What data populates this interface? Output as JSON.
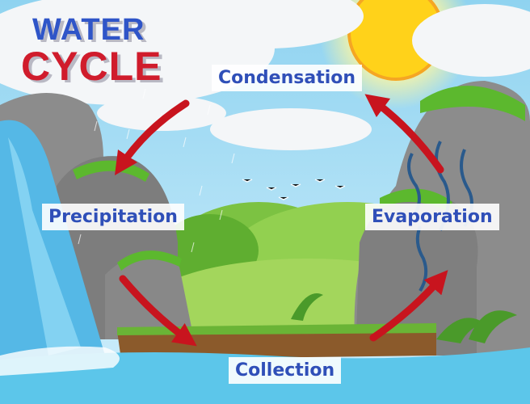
{
  "title": {
    "line1": "WATER",
    "line2": "CYCLE"
  },
  "stages": {
    "condensation": "Condensation",
    "precipitation": "Precipitation",
    "evaporation": "Evaporation",
    "collection": "Collection"
  },
  "colors": {
    "arrow": "#c8141e",
    "label_text": "#2f4fb8",
    "sun": "#ffd21a",
    "water": "#5cc6ea"
  }
}
